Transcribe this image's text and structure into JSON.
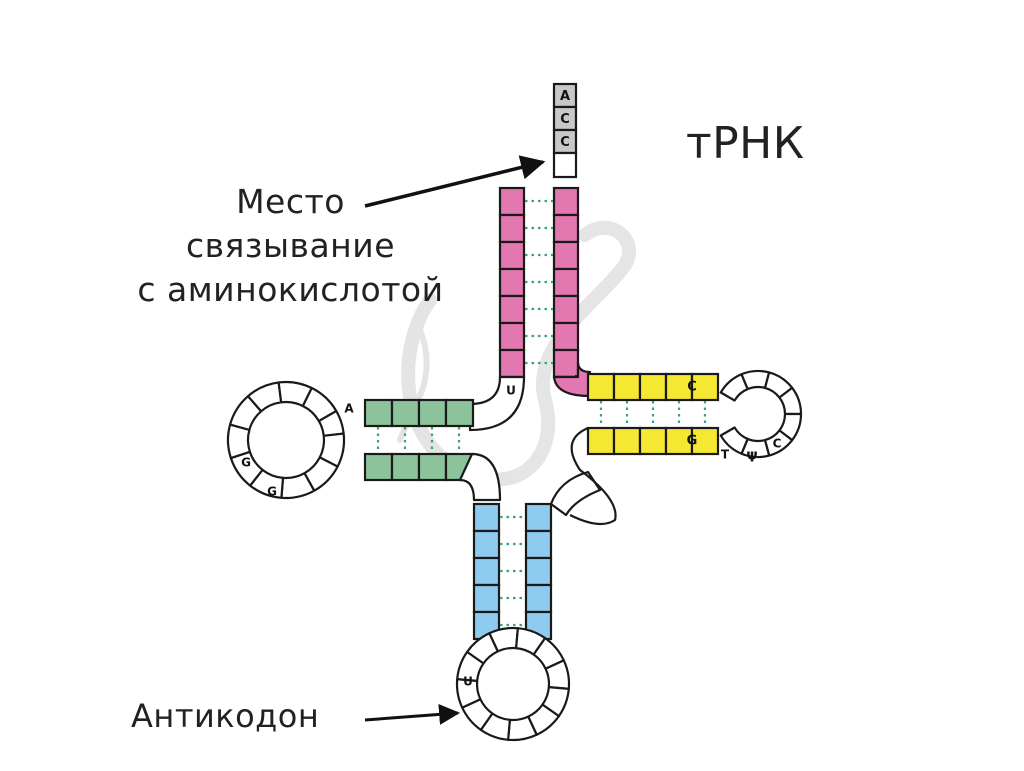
{
  "title": "тРНК",
  "binding_site_label": {
    "line1": "Место",
    "line2": "связывание",
    "line3": "с аминокислотой"
  },
  "anticodon_label": "Антикодон",
  "acceptor_end": [
    "A",
    "C",
    "C"
  ],
  "d_loop": {
    "near_stem": "A",
    "bases": [
      "G",
      "G"
    ]
  },
  "connector_base": "U",
  "tpsic_stem": {
    "top_end": "C",
    "bottom_end": "G"
  },
  "tpsic_loop": [
    "T",
    "Ψ",
    "C"
  ],
  "anticodon_loop": {
    "base": "U"
  },
  "colors": {
    "acceptor_stem": "#e377b0",
    "d_stem": "#8cc39a",
    "t_stem": "#f5e833",
    "anticodon_stem": "#8fcaf0",
    "terminal": "#c8c8c8",
    "outline": "#1a1a1a",
    "pairing_dots": "#3aa27a"
  }
}
